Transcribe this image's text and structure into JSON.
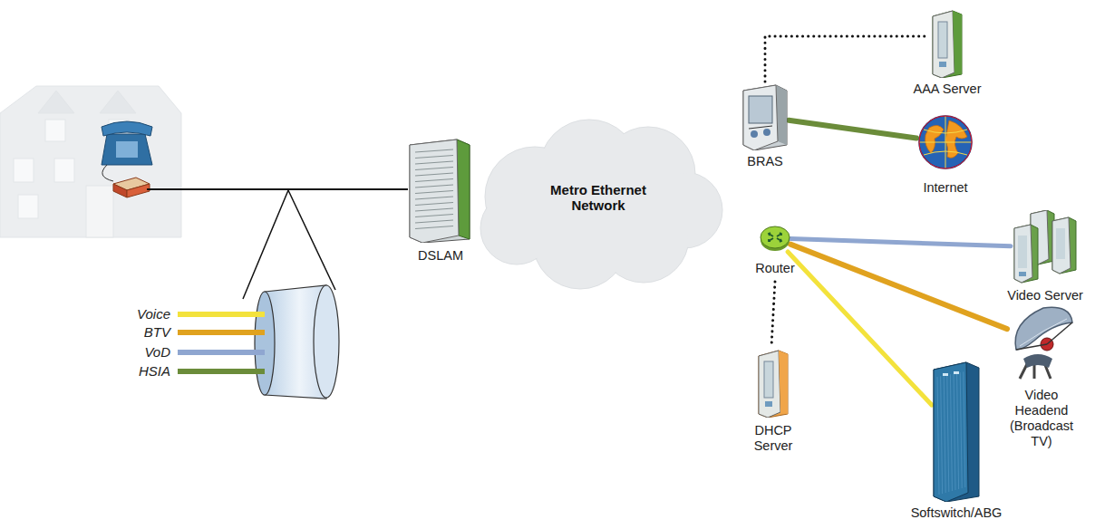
{
  "diagram": {
    "nodes": [
      {
        "text": [
          "DSLAM"
        ]
      },
      {
        "text": [
          "Metro Ethernet Network"
        ]
      },
      {
        "text": [
          "AAA Server"
        ]
      },
      {
        "text": [
          "BRAS"
        ]
      },
      {
        "text": [
          "Internet"
        ]
      },
      {
        "text": [
          "Router"
        ]
      },
      {
        "text": [
          "Video Server"
        ]
      },
      {
        "text": [
          "DHCP Server"
        ]
      },
      {
        "text": [
          "Video Headend (Broadcast TV)"
        ]
      },
      {
        "text": [
          "Softswitch/ABG"
        ]
      }
    ],
    "edges": [
      {
        "from": 3,
        "to": 2,
        "arrow": "none"
      },
      {
        "from": 3,
        "to": 4,
        "arrow": "none"
      },
      {
        "from": 5,
        "to": 6,
        "arrow": "none"
      },
      {
        "from": 5,
        "to": 7,
        "arrow": "none"
      },
      {
        "from": 5,
        "to": 8,
        "arrow": "none"
      },
      {
        "from": 5,
        "to": 9,
        "arrow": "none"
      }
    ],
    "legend": [
      {
        "text": "Voice",
        "color": "#f3e23c"
      },
      {
        "text": "BTV",
        "color": "#e0a21f"
      },
      {
        "text": "VoD",
        "color": "#8fa6d0"
      },
      {
        "text": "HSIA",
        "color": "#6b8c3a"
      }
    ]
  }
}
